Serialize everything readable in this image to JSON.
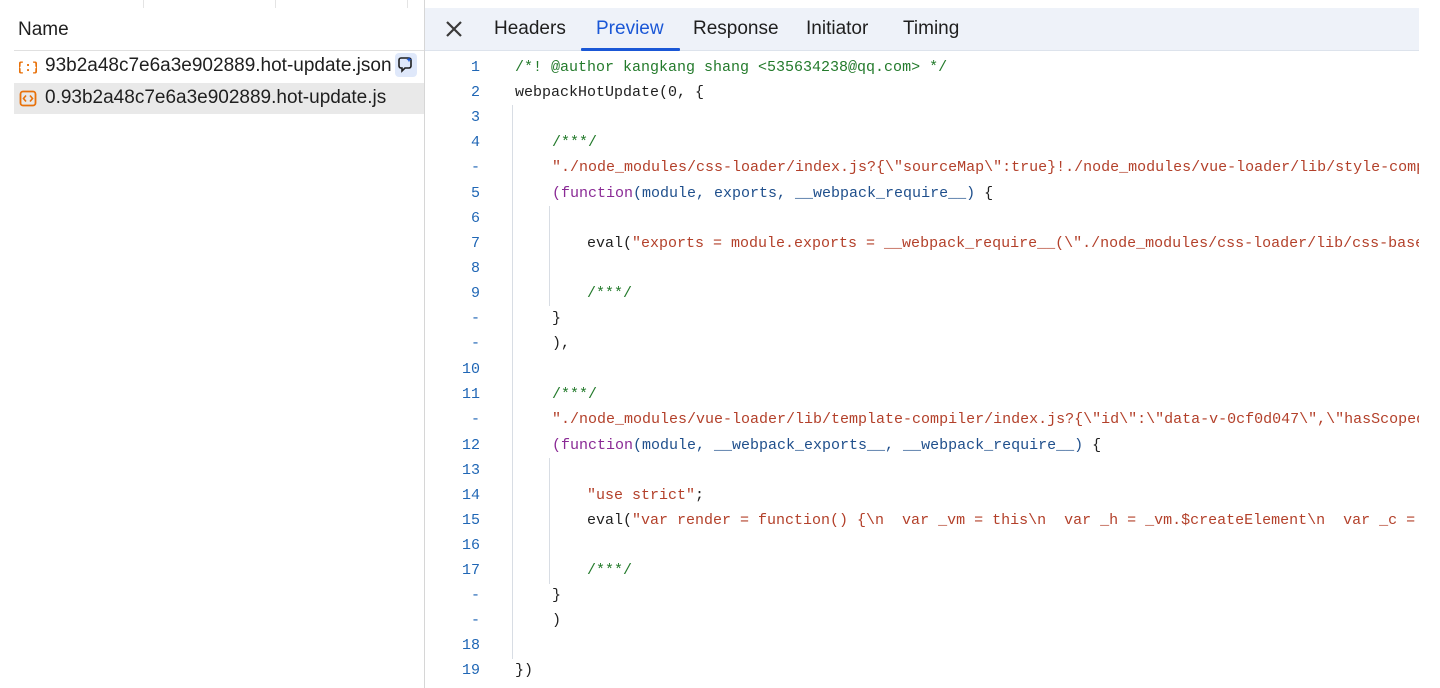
{
  "request_list": {
    "header": "Name",
    "requests": [
      {
        "name": "93b2a48c7e6a3e902889.hot-update.json",
        "icon": "json-file-icon",
        "selected": false
      },
      {
        "name": "0.93b2a48c7e6a3e902889.hot-update.js",
        "icon": "script-file-icon",
        "selected": true
      }
    ]
  },
  "detail": {
    "tabs": [
      {
        "label": "Headers",
        "active": false
      },
      {
        "label": "Preview",
        "active": true
      },
      {
        "label": "Response",
        "active": false
      },
      {
        "label": "Initiator",
        "active": false
      },
      {
        "label": "Timing",
        "active": false
      }
    ],
    "code_lines": [
      {
        "ln": "1",
        "text": "/*! @author kangkang shang <535634238@qq.com> */",
        "kind": "comment"
      },
      {
        "ln": "2",
        "text": "webpackHotUpdate(0, {",
        "kind": "ident"
      },
      {
        "ln": "3",
        "text": "",
        "kind": "ident"
      },
      {
        "ln": "4",
        "text": "/***/",
        "kind": "comment"
      },
      {
        "ln": "-",
        "text": "\"./node_modules/css-loader/index.js?{\\\"sourceMap\\\":true}!./node_modules/vue-loader/lib/style-comp",
        "kind": "string"
      },
      {
        "ln": "5",
        "text_keyword": "(function",
        "text_params": "(module, exports, __webpack_require__)",
        "text_tail": " {",
        "kind": "function"
      },
      {
        "ln": "6",
        "text": "",
        "kind": "ident"
      },
      {
        "ln": "7",
        "text_call": "eval(",
        "text_string": "\"exports = module.exports = __webpack_require__(\\\"./node_modules/css-loader/lib/css-base",
        "kind": "call"
      },
      {
        "ln": "8",
        "text": "",
        "kind": "ident"
      },
      {
        "ln": "9",
        "text": "/***/",
        "kind": "comment"
      },
      {
        "ln": "-",
        "text": "}",
        "kind": "ident"
      },
      {
        "ln": "-",
        "text": "),",
        "kind": "ident"
      },
      {
        "ln": "10",
        "text": "",
        "kind": "ident"
      },
      {
        "ln": "11",
        "text": "/***/",
        "kind": "comment"
      },
      {
        "ln": "-",
        "text": "\"./node_modules/vue-loader/lib/template-compiler/index.js?{\\\"id\\\":\\\"data-v-0cf0d047\\\",\\\"hasScoped",
        "kind": "string"
      },
      {
        "ln": "12",
        "text_keyword": "(function",
        "text_params": "(module, __webpack_exports__, __webpack_require__)",
        "text_tail": " {",
        "kind": "function"
      },
      {
        "ln": "13",
        "text": "",
        "kind": "ident"
      },
      {
        "ln": "14",
        "text_string": "\"use strict\"",
        "text_tail": ";",
        "kind": "strict"
      },
      {
        "ln": "15",
        "text_call": "eval(",
        "text_string": "\"var render = function() {\\n  var _vm = this\\n  var _h = _vm.$createElement\\n  var _c = ",
        "kind": "call"
      },
      {
        "ln": "16",
        "text": "",
        "kind": "ident"
      },
      {
        "ln": "17",
        "text": "/***/",
        "kind": "comment"
      },
      {
        "ln": "-",
        "text": "}",
        "kind": "ident"
      },
      {
        "ln": "-",
        "text": ")",
        "kind": "ident"
      },
      {
        "ln": "18",
        "text": "",
        "kind": "ident"
      },
      {
        "ln": "19",
        "text": "})",
        "kind": "ident"
      }
    ]
  },
  "colors": {
    "accent": "#1a57d6",
    "comment": "#237a2b",
    "string": "#b3402a",
    "keyword": "#8a2a95",
    "line_number": "#1f66b5",
    "json_icon": "#e8710a",
    "script_icon": "#e8710a"
  }
}
